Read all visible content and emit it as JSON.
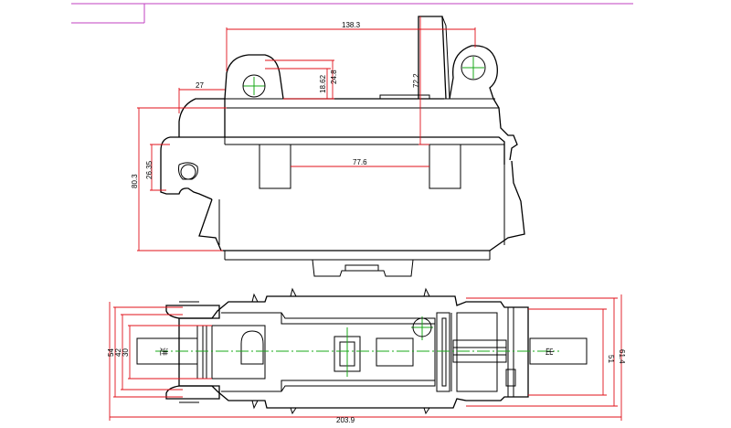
{
  "dimensions": {
    "top_view": {
      "overall_length": "138.3",
      "tab_offset": "27",
      "hole_height_1": "18.62",
      "hole_height_2": "24.8",
      "lever_height": "72.2",
      "overall_height": "80.3",
      "hole_center_height": "26.35",
      "pin_spacing": "77.6"
    },
    "bottom_view": {
      "overall_length": "203.9",
      "width_outer": "54",
      "width_mid": "42",
      "width_inner": "30",
      "right_width_1": "51",
      "right_width_2": "61.4"
    }
  },
  "marks": {
    "left_label": "进",
    "right_label": "出"
  },
  "colors": {
    "outline": "#000000",
    "dimension": "#e0101a",
    "centerline": "#1aa81a",
    "border": "#c040c0"
  }
}
